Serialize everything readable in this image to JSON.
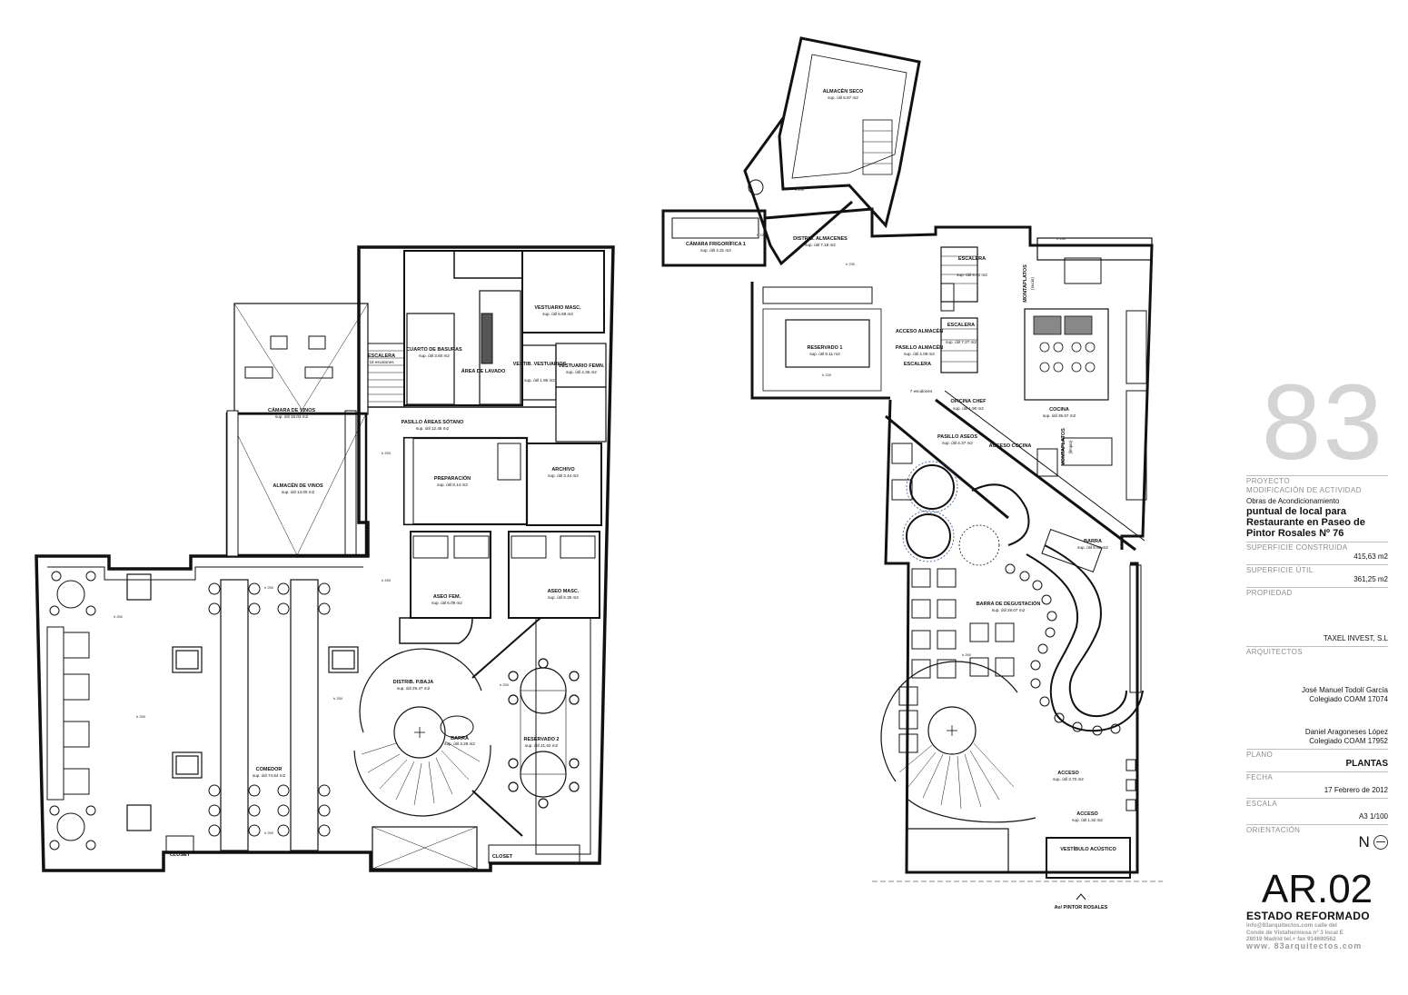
{
  "rooms_left": [
    {
      "id": "camara-vinos",
      "name": "CÁMARA DE VINOS",
      "area": "sup. útil 16.03 m2"
    },
    {
      "id": "almacen-vinos",
      "name": "ALMACÉN DE VINOS",
      "area": "sup. útil 14.00 m2"
    },
    {
      "id": "escalera-sotano",
      "name": "ESCALERA",
      "area": "18 escalones"
    },
    {
      "id": "cuarto-basuras",
      "name": "CUARTO DE BASURAS",
      "area": "sup. útil 3.60 m2"
    },
    {
      "id": "area-lavado",
      "name": "ÁREA DE LAVADO",
      "area": ""
    },
    {
      "id": "vestuario-masc",
      "name": "VESTUARIO MASC.",
      "area": "sup. útil 5.68 m2"
    },
    {
      "id": "vestib-vestuarios",
      "name": "VESTIB. VESTUARIOS",
      "area": "sup. útil 1.95 m2"
    },
    {
      "id": "vestuario-fem",
      "name": "VESTUARIO FEMN.",
      "area": "sup. útil 4.36 m2"
    },
    {
      "id": "pasillo-sotano",
      "name": "PASILLO ÁREAS SÓTANO",
      "area": "sup. útil 12.45 m2"
    },
    {
      "id": "preparacion",
      "name": "PREPARACIÓN",
      "area": "sup. útil 8.14 m2"
    },
    {
      "id": "archivo",
      "name": "ARCHIVO",
      "area": "sup. útil 3.44 m2"
    },
    {
      "id": "aseo-fem",
      "name": "ASEO FEM.",
      "area": "sup. útil 6.09 m2"
    },
    {
      "id": "aseo-masc",
      "name": "ASEO MASC.",
      "area": "sup. útil 6.35 m2"
    },
    {
      "id": "distrib-pbaja",
      "name": "DISTRIB. P.BAJA",
      "area": "sup. útil 29.47 m2"
    },
    {
      "id": "reservado-2",
      "name": "RESERVADO 2",
      "area": "sup. útil 21.62 m2"
    },
    {
      "id": "barra-left",
      "name": "BARRA",
      "area": "sup. útil 3.28 m2"
    },
    {
      "id": "comedor",
      "name": "COMEDOR",
      "area": "sup. útil 74.64 m2"
    },
    {
      "id": "closet-1",
      "name": "CLOSET",
      "area": ""
    },
    {
      "id": "closet-2",
      "name": "CLOSET",
      "area": ""
    }
  ],
  "rooms_right": [
    {
      "id": "almacen-seco",
      "name": "ALMACÉN SECO",
      "area": "sup. útil 6.87 m2"
    },
    {
      "id": "camara-frig",
      "name": "CÁMARA FRIGORÍFICA 1",
      "area": "sup. útil 4.31 m2"
    },
    {
      "id": "distrib-almacenes",
      "name": "DISTRIB. ALMACENES",
      "area": "sup. útil 7.18 m2"
    },
    {
      "id": "reservado-1",
      "name": "RESERVADO 1",
      "area": "sup. útil 9.11 m2"
    },
    {
      "id": "escalera-1",
      "name": "ESCALERA",
      "area": "sup. útil 4.40 m2"
    },
    {
      "id": "escalera-2",
      "name": "ESCALERA",
      "area": "sup. útil 7.27 m2"
    },
    {
      "id": "acceso-almacen",
      "name": "ACCESO ALMACÉN",
      "area": ""
    },
    {
      "id": "pasillo-almacen",
      "name": "PASILLO ALMACÉN",
      "area": "sup. útil 4.09 m2"
    },
    {
      "id": "escalera-3",
      "name": "ESCALERA",
      "area": ""
    },
    {
      "id": "escalones",
      "name": "7 escalones",
      "area": ""
    },
    {
      "id": "oficina-chef",
      "name": "OFICINA CHEF",
      "area": "sup. útil 1.90 m2"
    },
    {
      "id": "cocina",
      "name": "COCINA",
      "area": "sup. útil 35.67 m2"
    },
    {
      "id": "pasillo-aseos",
      "name": "PASILLO ASEOS",
      "area": "sup. útil 4.37 m2"
    },
    {
      "id": "acceso-cocina",
      "name": "ACCESO COCINA",
      "area": ""
    },
    {
      "id": "montaplatos-1",
      "name": "MONTAPLATOS",
      "area": "(sucio)"
    },
    {
      "id": "montaplatos-2",
      "name": "MONTAPLATOS",
      "area": "(limpio)"
    },
    {
      "id": "barra-right",
      "name": "BARRA",
      "area": "sup. útil 5.56 m2"
    },
    {
      "id": "barra-degust",
      "name": "BARRA DE DEGUSTACIÓN",
      "area": "sup. útil 29.07 m2"
    },
    {
      "id": "acceso-1",
      "name": "ACCESO",
      "area": "sup. útil 3.70 m2"
    },
    {
      "id": "acceso-2",
      "name": "ACCESO",
      "area": "sup. útil 1.32 m2"
    },
    {
      "id": "vestibulo",
      "name": "VESTÍBULO ACÚSTICO",
      "area": ""
    },
    {
      "id": "av",
      "name": "Av/ PINTOR ROSALES",
      "area": ""
    }
  ],
  "heights": {
    "h1": "h 250",
    "h2": "h 230",
    "h3": "h 220",
    "h4": "h 260",
    "h5": "h 300"
  },
  "title_block": {
    "brand": "83",
    "proyecto_h": "PROYECTO",
    "proyecto_v": "MODIFICACIÓN DE ACTIVIDAD",
    "desc_1": "Obras de Acondicionamiento",
    "desc_2": "puntual de local para",
    "desc_3": "Restaurante en Paseo de",
    "desc_4": "Pintor Rosales Nº 76",
    "sup_const_h": "SUPERFICIE CONSTRUIDA",
    "sup_const_v": "415,63 m2",
    "sup_util_h": "SUPERFICIE ÚTIL",
    "sup_util_v": "361,25 m2",
    "propiedad_h": "PROPIEDAD",
    "propiedad_v": "TAXEL INVEST, S.L",
    "arquitectos_h": "ARQUITECTOS",
    "arq1_name": "José Manuel Todolí García",
    "arq1_reg": "Colegiado COAM 17074",
    "arq2_name": "Daniel Aragoneses López",
    "arq2_reg": "Colegiado COAM 17952",
    "plano_h": "PLANO",
    "plano_v": "PLANTAS",
    "fecha_h": "FECHA",
    "fecha_v": "17 Febrero de 2012",
    "escala_h": "ESCALA",
    "escala_v": "A3  1/100",
    "orientacion_h": "ORIENTACIÓN",
    "orientacion_v": "N",
    "code": "AR.02",
    "estado": "ESTADO REFORMADO",
    "contact_1": "info@83arquitectos.com  calle del",
    "contact_2": "Conde de Vistahermosa nº 3 local E",
    "contact_3": "28019 Madrid  tel.+ fax 914690562",
    "contact_4": "www. 83arquitectos.com"
  }
}
